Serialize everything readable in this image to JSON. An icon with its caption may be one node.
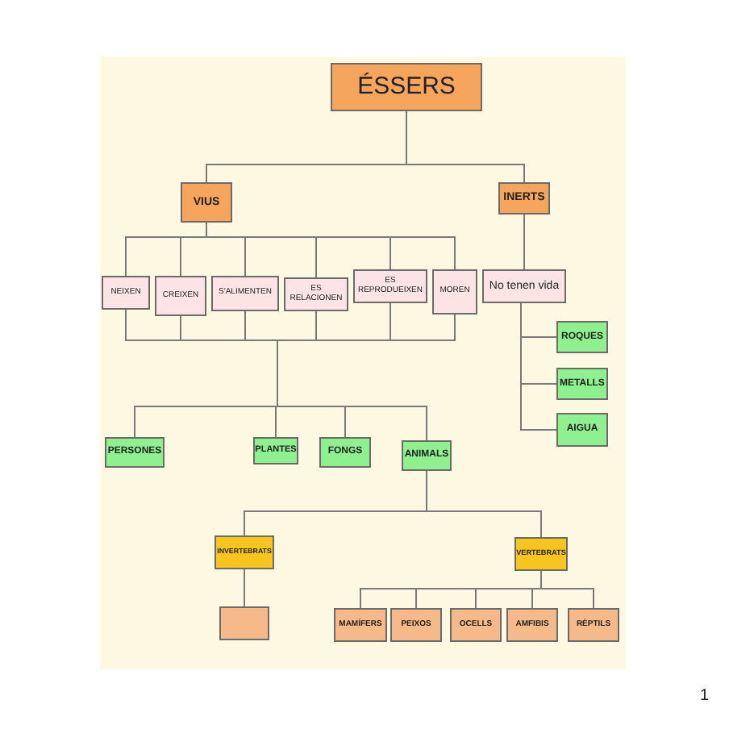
{
  "diagram": {
    "nodes": [
      {
        "text": [
          "ÉSSERS"
        ]
      },
      {
        "text": [
          "VIUS"
        ]
      },
      {
        "text": [
          "INERTS"
        ]
      },
      {
        "text": [
          "NEIXEN"
        ]
      },
      {
        "text": [
          "CREIXEN"
        ]
      },
      {
        "text": [
          "S'ALIMENTEN"
        ]
      },
      {
        "text": [
          "ES RELACIONEN"
        ]
      },
      {
        "text": [
          "ES REPRODUEIXEN"
        ]
      },
      {
        "text": [
          "MOREN"
        ]
      },
      {
        "text": [
          "No tenen vida"
        ]
      },
      {
        "text": [
          "ROQUES"
        ]
      },
      {
        "text": [
          "METALLS"
        ]
      },
      {
        "text": [
          "AIGUA"
        ]
      },
      {
        "text": [
          "PERSONES"
        ]
      },
      {
        "text": [
          "PLANTES"
        ]
      },
      {
        "text": [
          "FONGS"
        ]
      },
      {
        "text": [
          "ANIMALS"
        ]
      },
      {
        "text": [
          "INVERTEBRATS"
        ]
      },
      {
        "text": [
          "VERTEBRATS"
        ]
      },
      {
        "text": [],
        "shape": "box"
      },
      {
        "text": [
          "MAMÍFERS"
        ]
      },
      {
        "text": [
          "PEIXOS"
        ]
      },
      {
        "text": [
          "OCELLS"
        ]
      },
      {
        "text": [
          "AMFIBIS"
        ]
      },
      {
        "text": [
          "RÈPTILS"
        ]
      }
    ],
    "edges": [
      {
        "from": 0,
        "to": 1,
        "arrow": "none"
      },
      {
        "from": 0,
        "to": 2,
        "arrow": "none"
      },
      {
        "from": 1,
        "to": 3,
        "arrow": "none"
      },
      {
        "from": 1,
        "to": 4,
        "arrow": "none"
      },
      {
        "from": 1,
        "to": 5,
        "arrow": "none"
      },
      {
        "from": 1,
        "to": 6,
        "arrow": "none"
      },
      {
        "from": 1,
        "to": 7,
        "arrow": "none"
      },
      {
        "from": 1,
        "to": 8,
        "arrow": "none"
      },
      {
        "from": 2,
        "to": 9,
        "arrow": "none"
      },
      {
        "from": 9,
        "to": 10,
        "arrow": "none"
      },
      {
        "from": 9,
        "to": 11,
        "arrow": "none"
      },
      {
        "from": 9,
        "to": 12,
        "arrow": "none"
      },
      {
        "from": 3,
        "to": 13,
        "arrow": "none"
      },
      {
        "from": 3,
        "to": 14,
        "arrow": "none"
      },
      {
        "from": 3,
        "to": 15,
        "arrow": "none"
      },
      {
        "from": 3,
        "to": 16,
        "arrow": "none"
      },
      {
        "from": 4,
        "to": 13,
        "arrow": "none"
      },
      {
        "from": 4,
        "to": 14,
        "arrow": "none"
      },
      {
        "from": 4,
        "to": 15,
        "arrow": "none"
      },
      {
        "from": 4,
        "to": 16,
        "arrow": "none"
      },
      {
        "from": 5,
        "to": 13,
        "arrow": "none"
      },
      {
        "from": 5,
        "to": 14,
        "arrow": "none"
      },
      {
        "from": 5,
        "to": 15,
        "arrow": "none"
      },
      {
        "from": 5,
        "to": 16,
        "arrow": "none"
      },
      {
        "from": 6,
        "to": 13,
        "arrow": "none"
      },
      {
        "from": 6,
        "to": 14,
        "arrow": "none"
      },
      {
        "from": 6,
        "to": 15,
        "arrow": "none"
      },
      {
        "from": 6,
        "to": 16,
        "arrow": "none"
      },
      {
        "from": 7,
        "to": 13,
        "arrow": "none"
      },
      {
        "from": 7,
        "to": 14,
        "arrow": "none"
      },
      {
        "from": 7,
        "to": 15,
        "arrow": "none"
      },
      {
        "from": 7,
        "to": 16,
        "arrow": "none"
      },
      {
        "from": 8,
        "to": 13,
        "arrow": "none"
      },
      {
        "from": 8,
        "to": 14,
        "arrow": "none"
      },
      {
        "from": 8,
        "to": 15,
        "arrow": "none"
      },
      {
        "from": 8,
        "to": 16,
        "arrow": "none"
      },
      {
        "from": 16,
        "to": 17,
        "arrow": "none"
      },
      {
        "from": 16,
        "to": 18,
        "arrow": "none"
      },
      {
        "from": 17,
        "to": 19,
        "arrow": "none"
      },
      {
        "from": 18,
        "to": 20,
        "arrow": "none"
      },
      {
        "from": 18,
        "to": 21,
        "arrow": "none"
      },
      {
        "from": 18,
        "to": 22,
        "arrow": "none"
      },
      {
        "from": 18,
        "to": 23,
        "arrow": "none"
      },
      {
        "from": 18,
        "to": 24,
        "arrow": "none"
      }
    ],
    "labels": [
      "1"
    ]
  }
}
